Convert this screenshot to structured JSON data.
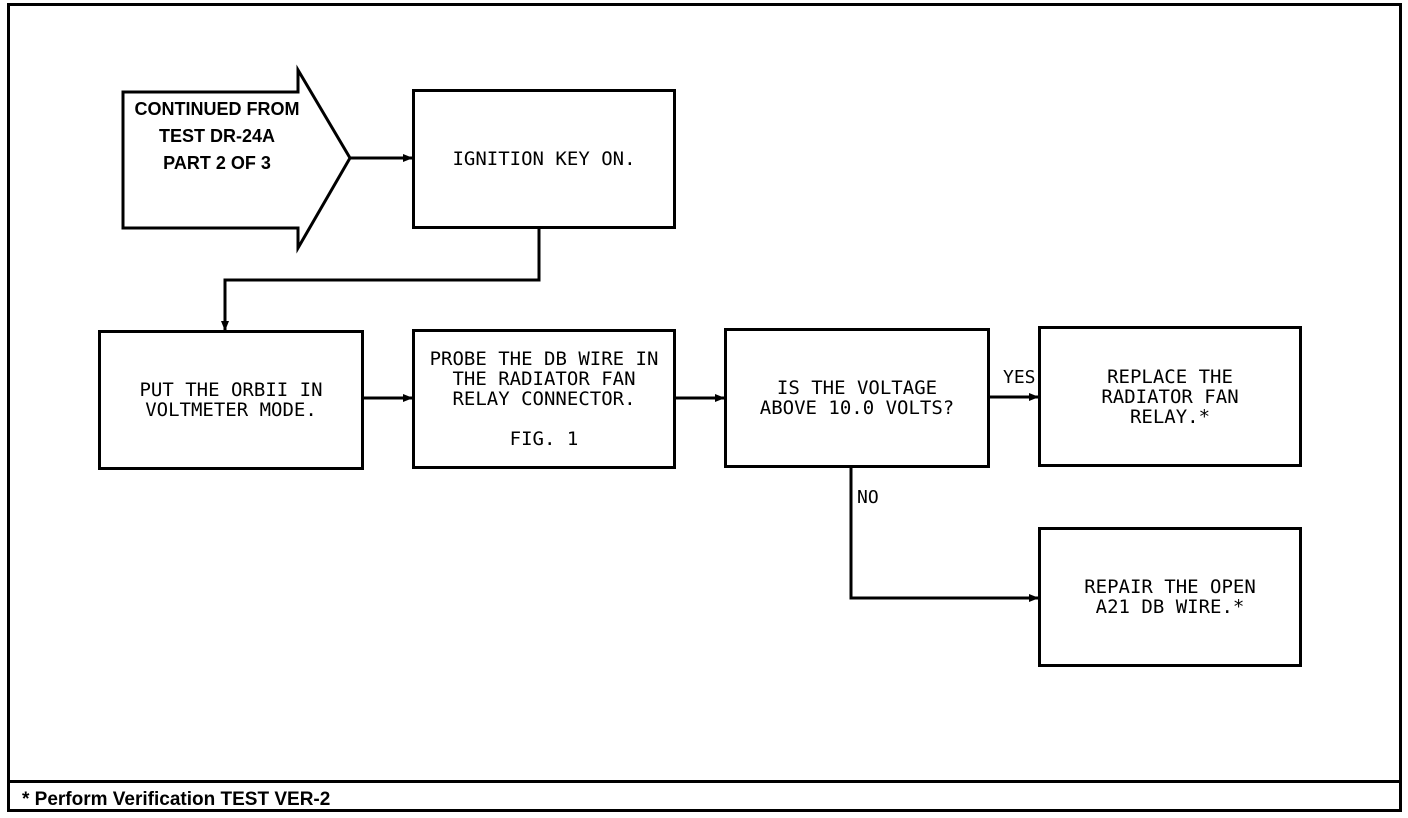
{
  "entry": {
    "lines": [
      "CONTINUED FROM",
      "TEST DR-24A",
      "PART 2 OF 3"
    ]
  },
  "steps": {
    "ignition": "IGNITION KEY ON.",
    "put_orbii": "PUT THE ORBII IN\nVOLTMETER MODE.",
    "probe": "PROBE THE DB WIRE IN\nTHE RADIATOR FAN\nRELAY CONNECTOR.",
    "probe_fig": "FIG. 1",
    "question": "IS THE VOLTAGE\nABOVE 10.0 VOLTS?",
    "replace": "REPLACE THE\nRADIATOR FAN\nRELAY.*",
    "repair": "REPAIR THE OPEN\nA21 DB WIRE.*"
  },
  "branches": {
    "yes": "YES",
    "no": "NO"
  },
  "footer": "* Perform Verification TEST VER-2"
}
